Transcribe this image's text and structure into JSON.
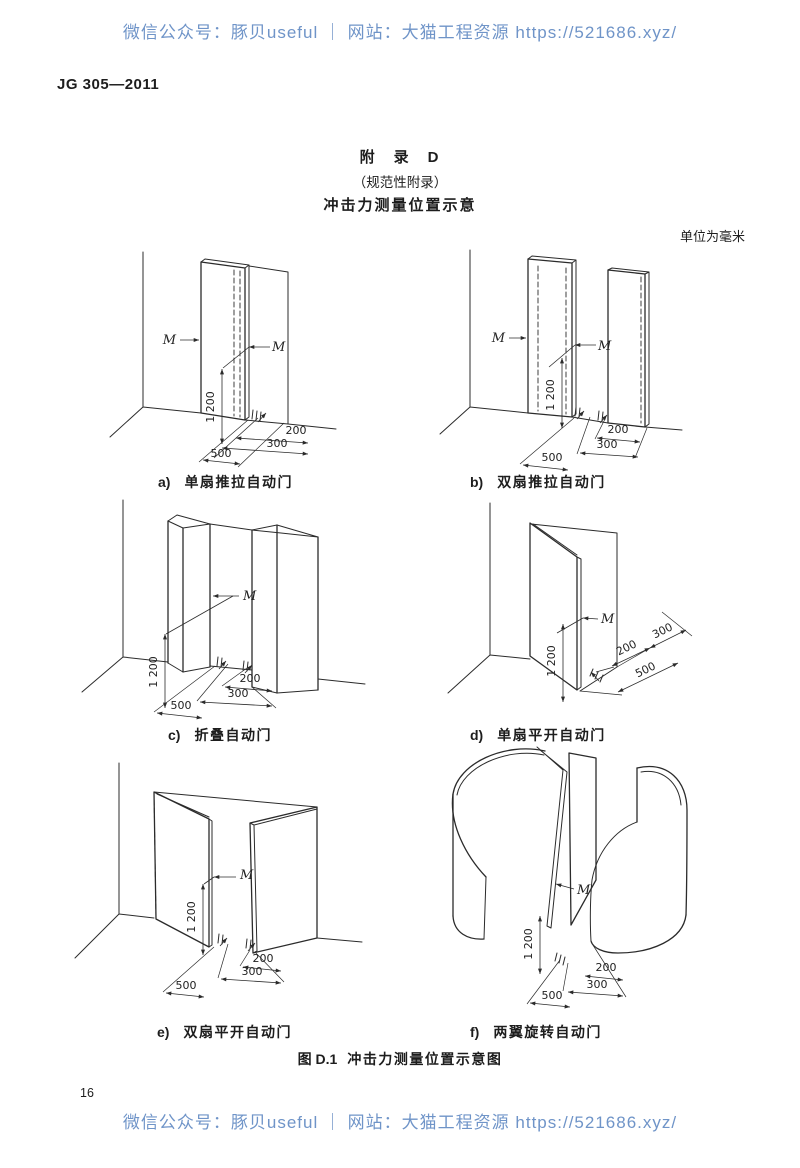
{
  "watermark": {
    "top_text": "微信公众号：豚贝useful ｜ 网站：大猫工程资源 https://521686.xyz/",
    "bottom_text": "微信公众号：豚贝useful ｜ 网站：大猫工程资源 https://521686.xyz/",
    "color": "#6f94c8"
  },
  "header": {
    "standard_code": "JG 305—2011"
  },
  "appendix": {
    "title": "附　录　D",
    "note": "（规范性附录）",
    "heading": "冲击力测量位置示意",
    "unit_note": "单位为毫米"
  },
  "figure_caption": {
    "number": "图 D.1",
    "title": "冲击力测量位置示意图"
  },
  "page_number": "16",
  "diagrams": [
    {
      "key": "a",
      "prefix": "a)",
      "label": "单扇推拉自动门",
      "m": "M",
      "height_dim": "1 200",
      "floor_dims": [
        "200",
        "300",
        "500"
      ]
    },
    {
      "key": "b",
      "prefix": "b)",
      "label": "双扇推拉自动门",
      "m": "M",
      "height_dim": "1 200",
      "floor_dims": [
        "200",
        "300",
        "500"
      ]
    },
    {
      "key": "c",
      "prefix": "c)",
      "label": "折叠自动门",
      "m": "M",
      "height_dim": "1 200",
      "floor_dims": [
        "200",
        "300",
        "500"
      ]
    },
    {
      "key": "d",
      "prefix": "d)",
      "label": "单扇平开自动门",
      "m": "M",
      "height_dim": "1 200",
      "floor_dims": [
        "200",
        "300",
        "500"
      ]
    },
    {
      "key": "e",
      "prefix": "e)",
      "label": "双扇平开自动门",
      "m": "M",
      "height_dim": "1 200",
      "floor_dims": [
        "200",
        "300",
        "500"
      ]
    },
    {
      "key": "f",
      "prefix": "f)",
      "label": "两翼旋转自动门",
      "m": "M",
      "height_dim": "1 200",
      "floor_dims": [
        "200",
        "300",
        "500"
      ]
    }
  ]
}
